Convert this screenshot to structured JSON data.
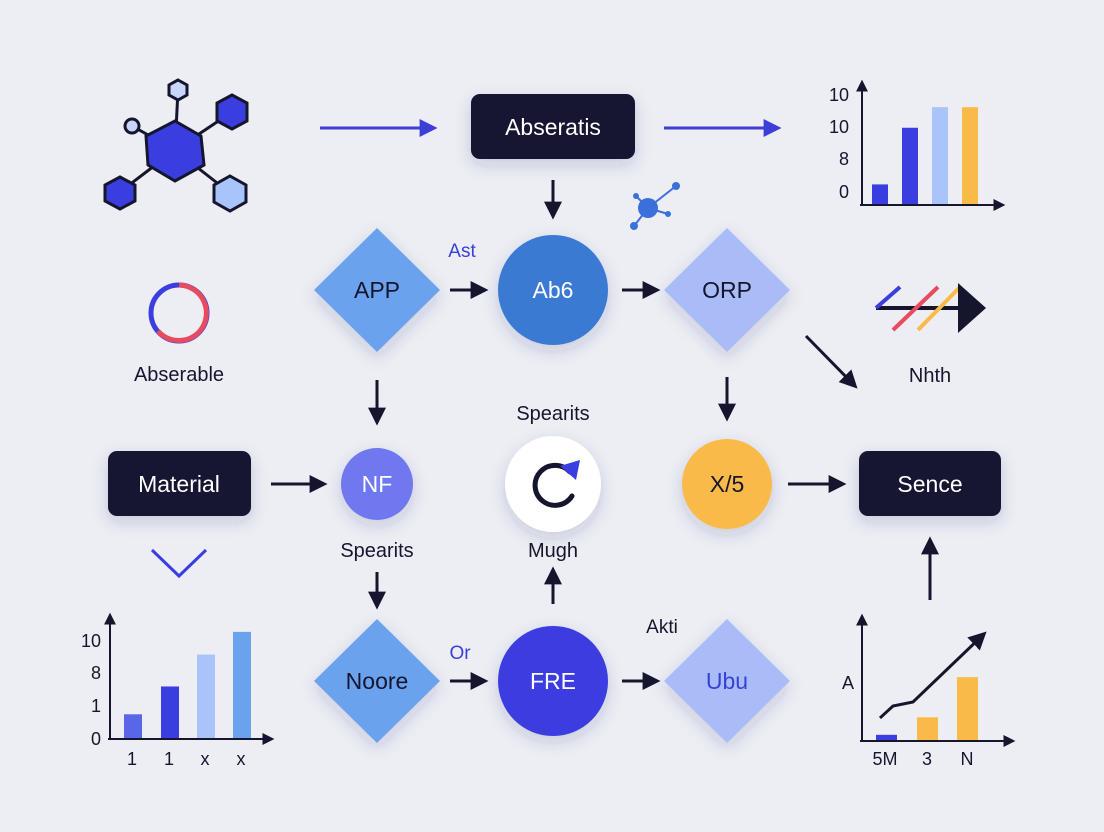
{
  "colors": {
    "background": "#eceef4",
    "dark_box": "#151631",
    "arrow_dark": "#15162e",
    "arrow_blue": "#3b3fd8",
    "diamond_blue": "#6aa2ee",
    "diamond_light": "#a9bcf8",
    "circle_mid_blue": "#3b7ad3",
    "circle_indigo": "#6f78f0",
    "circle_royal": "#3a3ee0",
    "amber": "#f9ba48",
    "white": "#ffffff"
  },
  "nodes": {
    "abseratis": "Abseratis",
    "app": "APP",
    "ab6": "Ab6",
    "orp": "ORP",
    "material": "Material",
    "nf": "NF",
    "x5": "X/5",
    "sence": "Sence",
    "noore": "Noore",
    "fre": "FRE",
    "ubu": "Ubu"
  },
  "labels": {
    "ast": "Ast",
    "abserable": "Abserable",
    "nhth": "Nhth",
    "spearits_top": "Spearits",
    "spearits_left": "Spearits",
    "mugh": "Mugh",
    "akti": "Akti",
    "or": "Or"
  },
  "icons": {
    "molecule_large": "molecule-icon",
    "molecule_small": "molecule-icon",
    "ring": "ring-icon",
    "refresh": "refresh-icon",
    "chevron": "chevron-down-icon",
    "fast_forward": "fast-forward-icon"
  },
  "chart_data": [
    {
      "type": "bar",
      "position": "top-right",
      "yticks": [
        "10",
        "10",
        "8",
        "0"
      ],
      "series": [
        {
          "values": [
            2,
            7.5,
            9.5,
            9.5
          ]
        }
      ],
      "colors": [
        "#3a3ee0",
        "#3a3ee0",
        "#a9c4fb",
        "#f9ba48"
      ]
    },
    {
      "type": "bar",
      "position": "bottom-left",
      "categories": [
        "1",
        "1",
        "x",
        "x"
      ],
      "yticks": [
        "10",
        "8",
        "1",
        "0"
      ],
      "series": [
        {
          "values": [
            2.4,
            5.1,
            8.2,
            10.4
          ]
        }
      ],
      "colors": [
        "#5a66e8",
        "#3a3ee0",
        "#a9c4fb",
        "#6aa2ee"
      ]
    },
    {
      "type": "bar",
      "position": "bottom-right",
      "categories": [
        "5M",
        "3",
        "N"
      ],
      "ylabel": "A",
      "series": [
        {
          "values": [
            0.6,
            2.3,
            6.2
          ]
        }
      ],
      "colors": [
        "#3a3ee0",
        "#f9ba48",
        "#f9ba48"
      ],
      "trend": true
    }
  ]
}
